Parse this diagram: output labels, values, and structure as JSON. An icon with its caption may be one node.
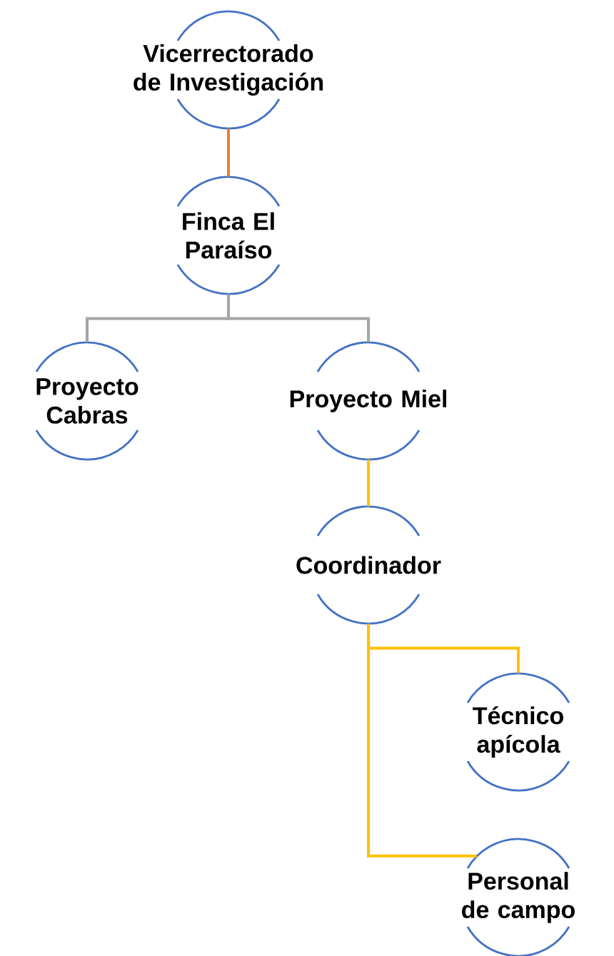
{
  "diagram": {
    "nodes": [
      {
        "text": [
          "Vicerrectorado de Investigación"
        ]
      },
      {
        "text": [
          "Finca El Paraíso"
        ]
      },
      {
        "text": [
          "Proyecto Cabras"
        ]
      },
      {
        "text": [
          "Proyecto Miel"
        ]
      },
      {
        "text": [
          "Coordinador"
        ]
      },
      {
        "text": [
          "Técnico apícola"
        ]
      },
      {
        "text": [
          "Personal de campo"
        ]
      }
    ],
    "edges": [
      {
        "from": 0,
        "to": 1,
        "arrow": "none",
        "color": "#ed7d31"
      },
      {
        "from": 1,
        "to": 2,
        "arrow": "none",
        "color": "#a5a5a5"
      },
      {
        "from": 1,
        "to": 3,
        "arrow": "none",
        "color": "#a5a5a5"
      },
      {
        "from": 3,
        "to": 4,
        "arrow": "none"
      },
      {
        "from": 4,
        "to": 5,
        "arrow": "none"
      },
      {
        "from": 4,
        "to": 6,
        "arrow": "none"
      }
    ]
  }
}
